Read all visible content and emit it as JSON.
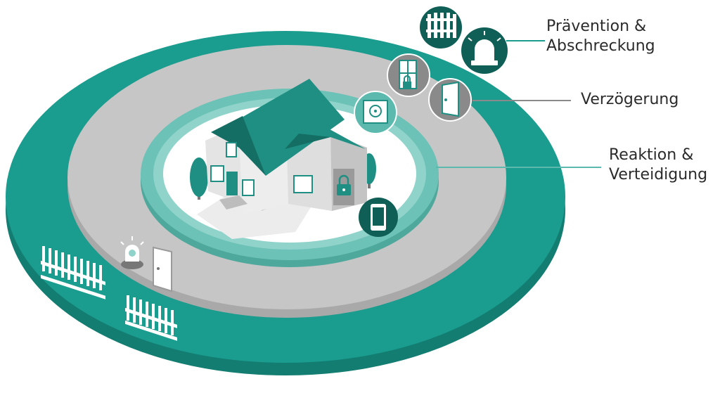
{
  "labels": {
    "prevention_line1": "Prävention &",
    "prevention_line2": "Abschreckung",
    "delay": "Verzögerung",
    "reaction_line1": "Reaktion &",
    "reaction_line2": "Verteidigung"
  },
  "colors": {
    "outer_ring": "#1a9c8e",
    "outer_ring_side": "#137d72",
    "middle_ring": "#c6c6c6",
    "middle_ring_side": "#a9a9a9",
    "inner_ring": "#5cb9ad",
    "house_roof": "#1e8f82",
    "house_wall": "#dcdcdc",
    "text": "#2b2b2b"
  },
  "icons": [
    "fence-icon",
    "siren-icon",
    "window-lock-icon",
    "door-icon",
    "safe-icon",
    "smartphone-icon",
    "padlock-icon",
    "alarm-light-icon"
  ]
}
